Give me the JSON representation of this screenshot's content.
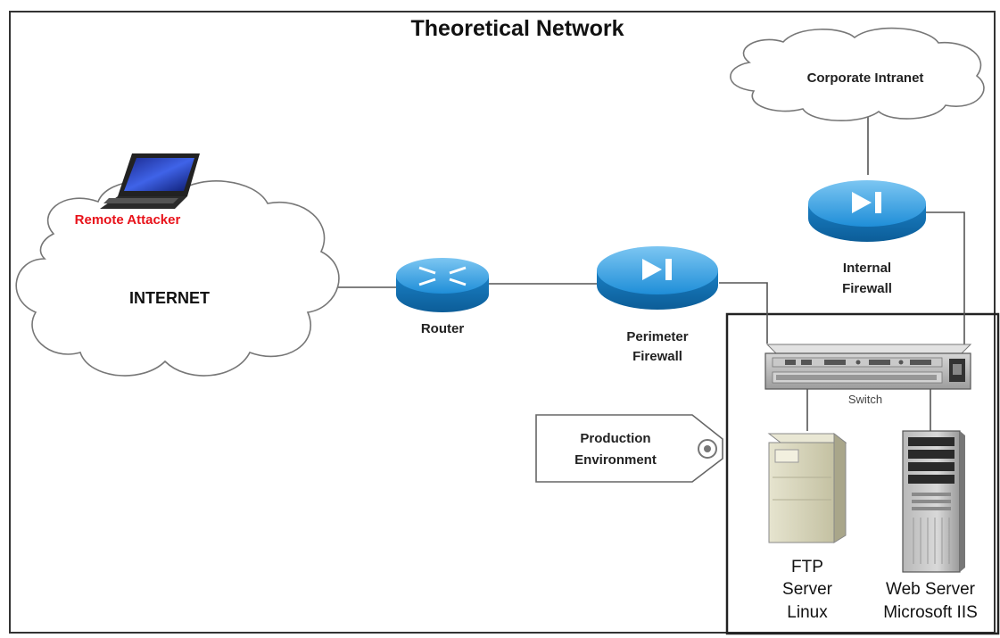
{
  "title": "Theoretical Network",
  "nodes": {
    "internet": "INTERNET",
    "remote_attacker": "Remote Attacker",
    "corporate_intranet": "Corporate Intranet",
    "router": "Router",
    "perimeter_firewall": [
      "Perimeter",
      "Firewall"
    ],
    "internal_firewall": [
      "Internal",
      "Firewall"
    ],
    "switch": "Switch",
    "production_environment": [
      "Production",
      "Environment"
    ],
    "ftp_server": [
      "FTP",
      "Server",
      "Linux"
    ],
    "web_server": [
      "Web Server",
      "Microsoft IIS"
    ]
  },
  "colors": {
    "device_blue": "#1f8ed8",
    "attacker_label": "#e8121a",
    "ftp_beige": "#d6d3b6",
    "line": "#555555"
  },
  "icons": {
    "router": "router-icon",
    "firewall": "firewall-icon",
    "switch": "switch-icon",
    "laptop": "laptop-icon",
    "ftp": "tower-server-icon",
    "web": "rack-server-icon",
    "cloud": "cloud-icon",
    "tag": "tag-icon"
  }
}
